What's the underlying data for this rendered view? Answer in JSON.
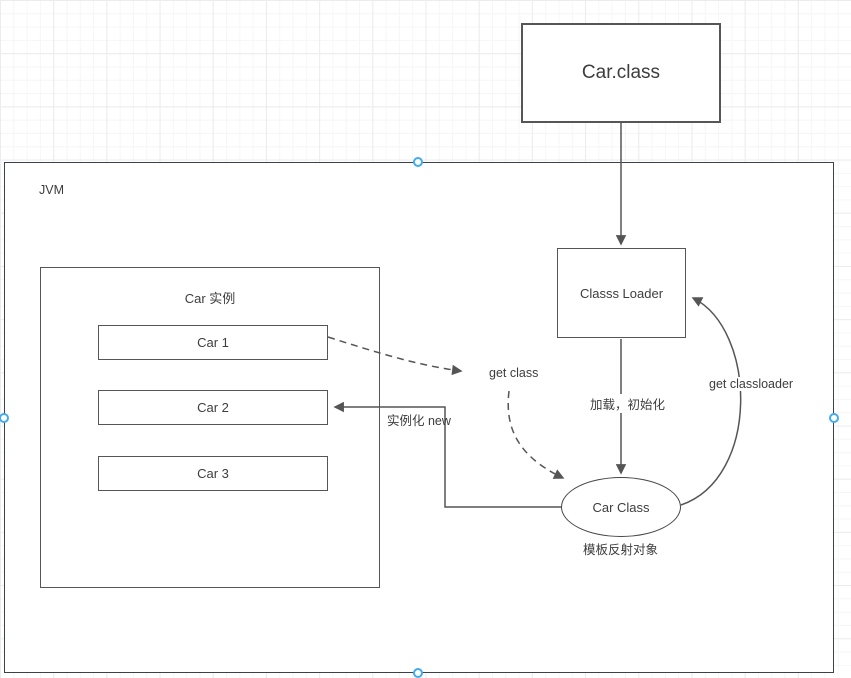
{
  "diagram": {
    "nodes": {
      "car_class_file": "Car.class",
      "jvm": "JVM",
      "car_instances": "Car 实例",
      "car1": "Car 1",
      "car2": "Car 2",
      "car3": "Car 3",
      "class_loader": "Classs Loader",
      "car_class_object": "Car Class"
    },
    "edge_labels": {
      "get_class": "get class",
      "load_init": "加载，初始化",
      "get_classloader": "get classloader",
      "instantiate": "实例化 new",
      "reflection_note": "模板反射对象"
    },
    "colors": {
      "line": "#555555",
      "node_border": "#565656",
      "jvm_border": "#3c414b",
      "selection_handle": "#42abf0",
      "grid_minor": "#f6f6f6",
      "grid_major": "#ececec"
    }
  }
}
